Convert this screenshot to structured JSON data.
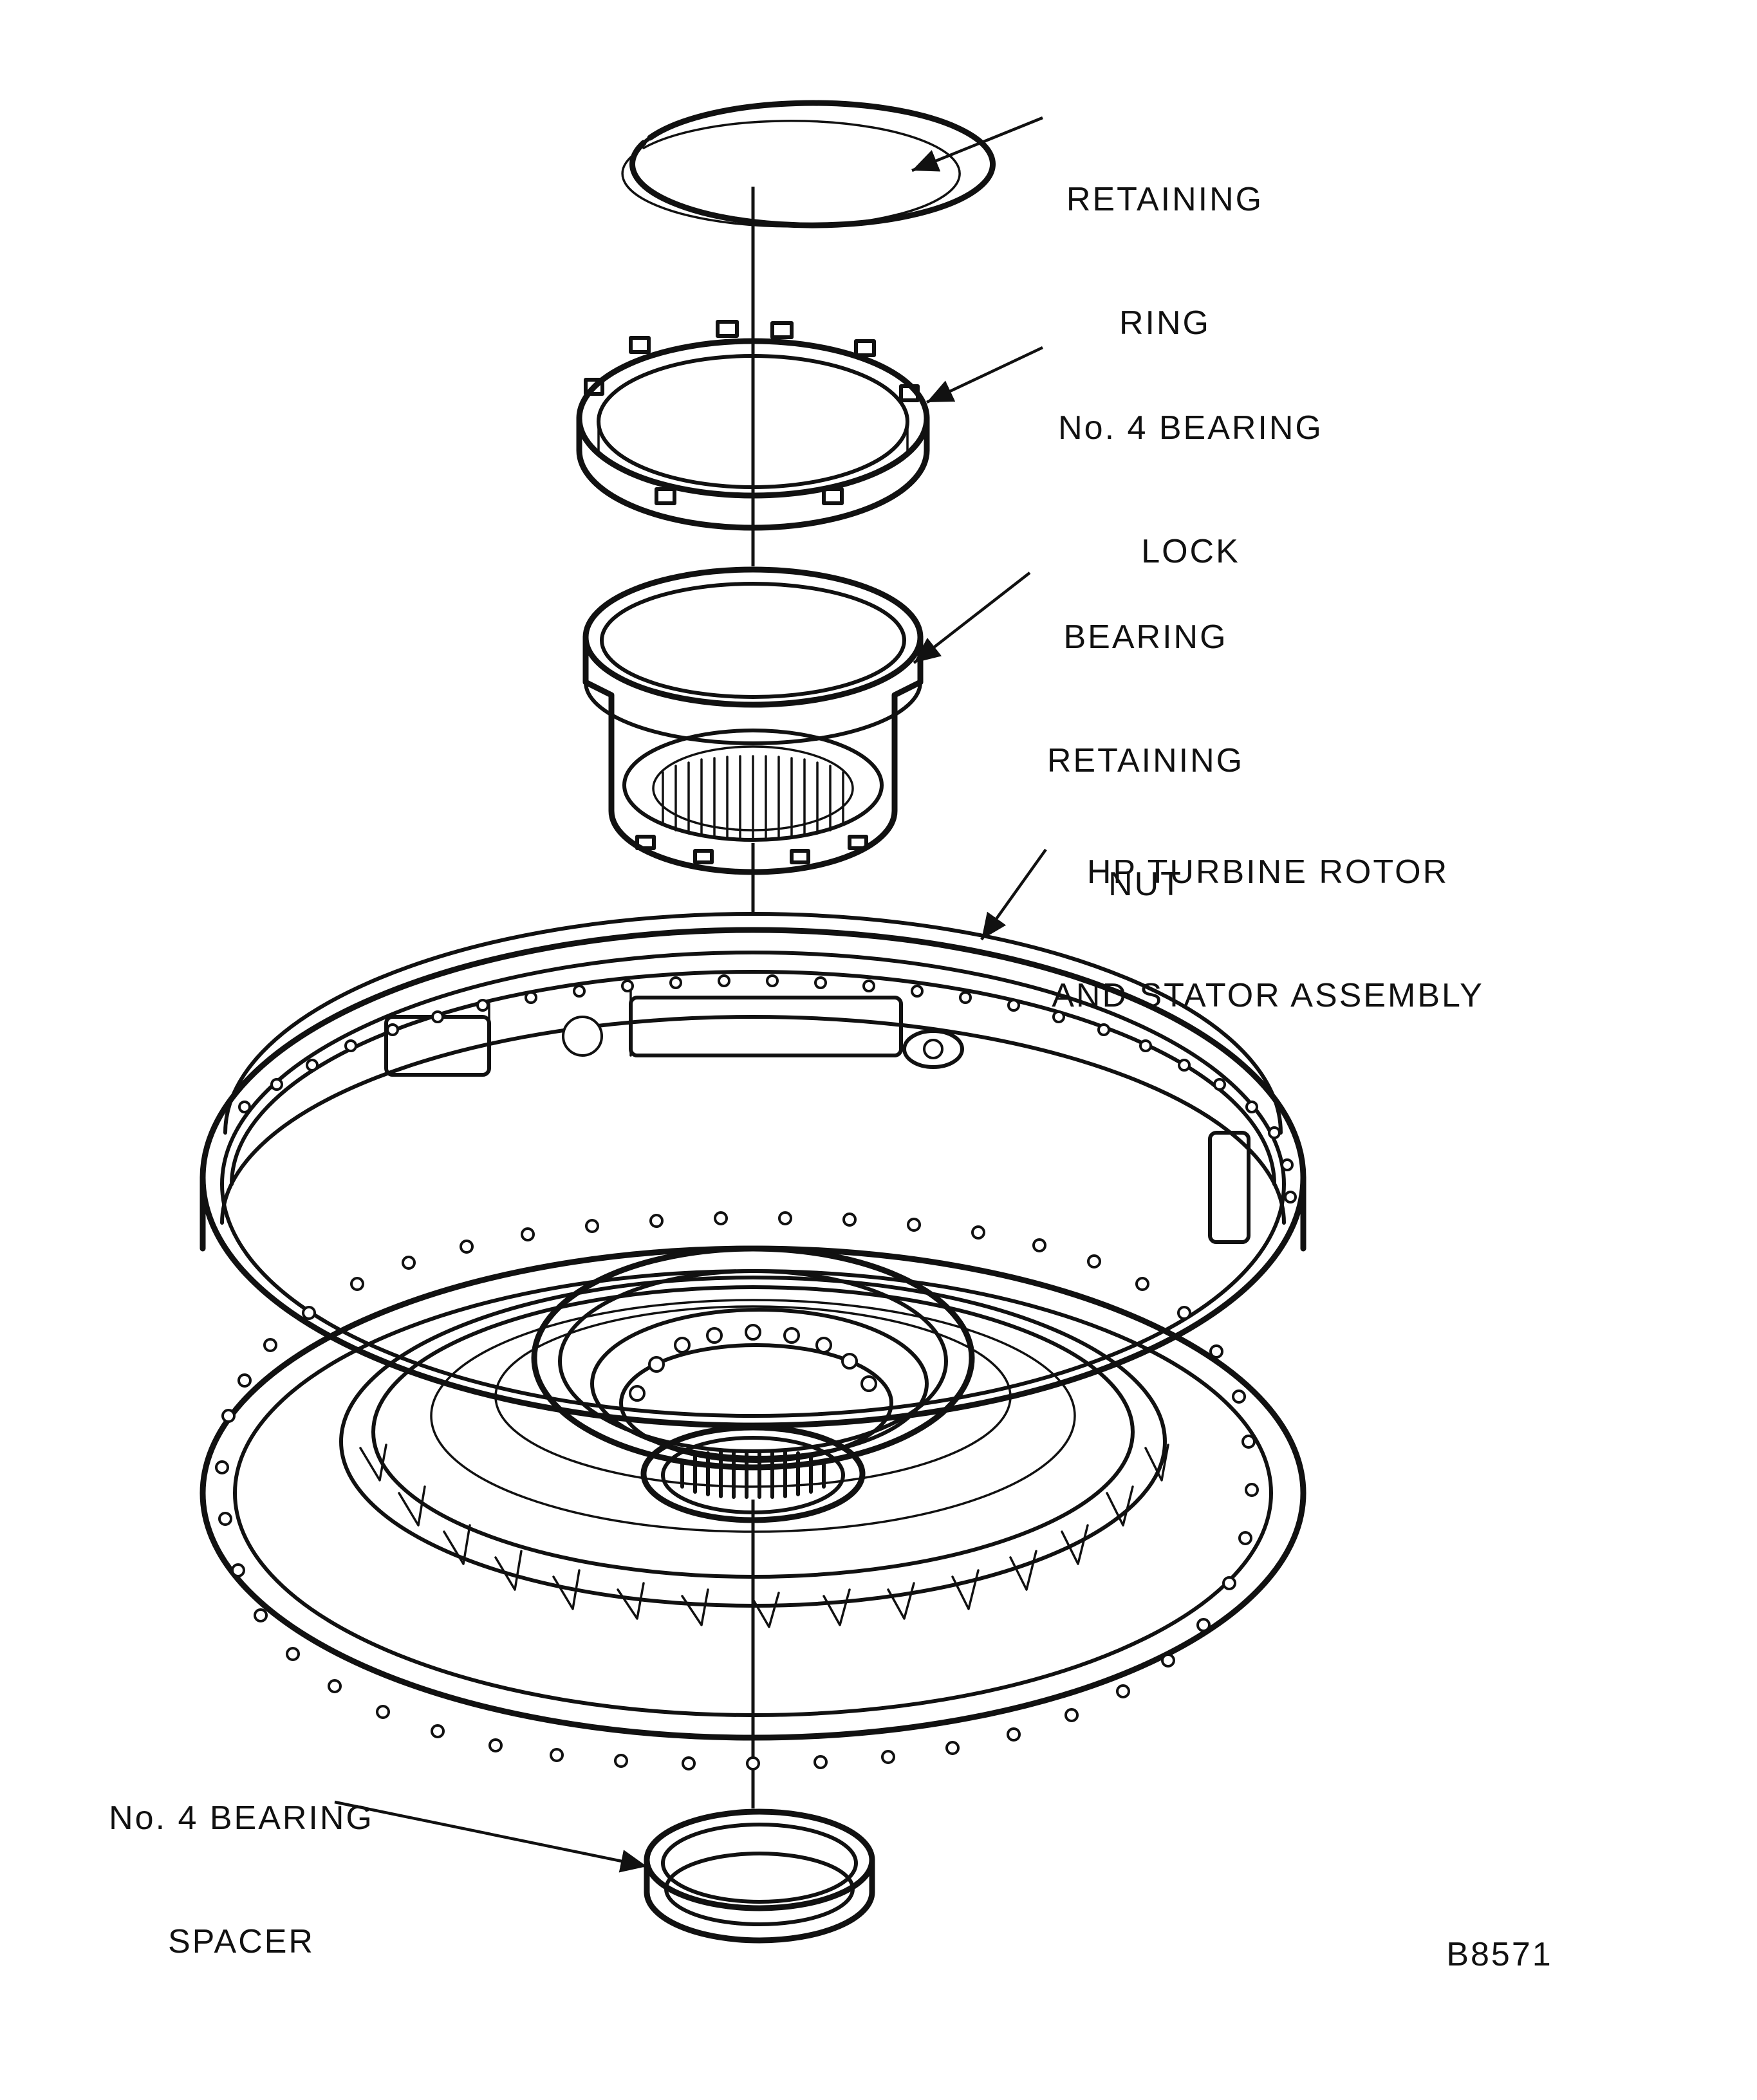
{
  "labels": {
    "retaining_ring": [
      "RETAINING",
      "RING"
    ],
    "bearing_lock": [
      "No. 4 BEARING",
      "LOCK"
    ],
    "retaining_nut": [
      "BEARING",
      "RETAINING",
      "NUT"
    ],
    "turbine_assembly": [
      "HP TURBINE ROTOR",
      "AND STATOR ASSEMBLY"
    ],
    "bearing_spacer": [
      "No. 4 BEARING",
      "SPACER"
    ]
  },
  "figure_number": "B8571"
}
